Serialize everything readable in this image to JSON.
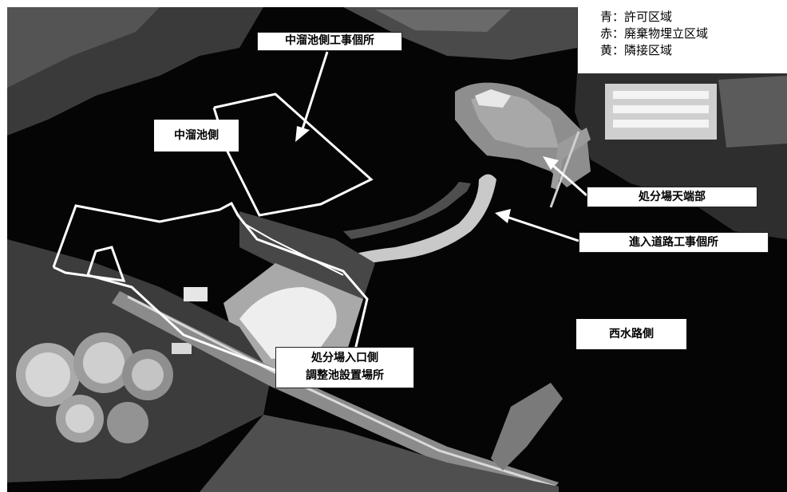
{
  "map": {
    "legend": [
      {
        "text": "青：許可区域",
        "color": "#1e4fd8"
      },
      {
        "text": "赤：廃棄物埋立区域",
        "color": "#d81e1e"
      },
      {
        "text": "黄：隣接区域",
        "color": "#e0c400"
      }
    ],
    "labels": {
      "nakadome_works": "中溜池側工事個所",
      "nakadome_side": "中溜池側",
      "top_section": "処分場天端部",
      "access_road_works": "進入道路工事個所",
      "west_channel_side": "西水路側",
      "entrance_pond_line1": "処分場入口側",
      "entrance_pond_line2": "調整池設置場所"
    },
    "colors": {
      "boundary": "#ffffff",
      "photo_dark": "#050505",
      "terrain_light": "#9a9a9a",
      "terrain_mid": "#5c5c5c"
    }
  }
}
